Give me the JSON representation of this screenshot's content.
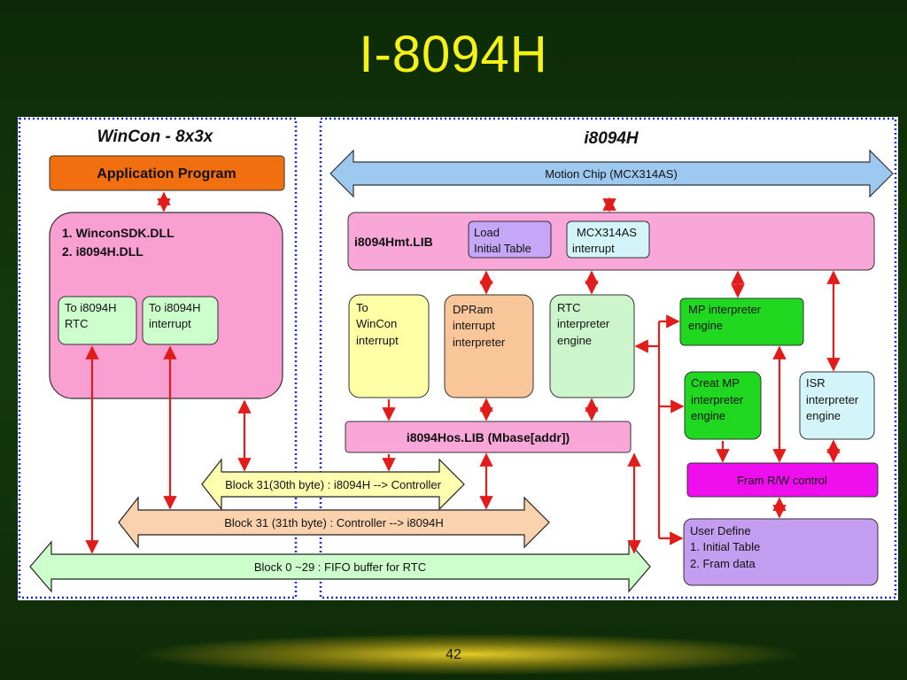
{
  "slide": {
    "title": "I-8094H",
    "page_number": "42"
  },
  "diagram": {
    "left_panel": {
      "header": "WinCon - 8x3x",
      "application_program": "Application Program",
      "dll_box": {
        "line1": "1. WinconSDK.DLL",
        "line2": "2. i8094H.DLL"
      },
      "rtc_box": {
        "line1": "To i8094H",
        "line2": "RTC"
      },
      "interrupt_box": {
        "line1": "To i8094H",
        "line2": "interrupt"
      }
    },
    "right_panel": {
      "header": "i8094H",
      "motion_chip": "Motion Chip (MCX314AS)",
      "hmt_lib": "i8094Hmt.LIB",
      "load_table": {
        "line1": "Load",
        "line2": "Initial Table"
      },
      "mcx_interrupt": {
        "line1": "MCX314AS",
        "line2": "interrupt"
      },
      "to_wincon": {
        "line1": "To",
        "line2": "WinCon",
        "line3": "interrupt"
      },
      "dpram": {
        "line1": "DPRam",
        "line2": "interrupt",
        "line3": "interpreter"
      },
      "rtc_engine": {
        "line1": "RTC",
        "line2": "interpreter",
        "line3": "engine"
      },
      "mp_engine": {
        "line1": "MP interpreter",
        "line2": "engine"
      },
      "creat_mp": {
        "line1": "Creat MP",
        "line2": "interpreter",
        "line3": "engine"
      },
      "isr_engine": {
        "line1": "ISR",
        "line2": "interpreter",
        "line3": "engine"
      },
      "hos_lib": "i8094Hos.LIB (Mbase[addr])",
      "fram_control": "Fram R/W control",
      "user_define": {
        "line1": "User Define",
        "line2": "1. Initial Table",
        "line3": "2. Fram data"
      }
    },
    "buses": {
      "block31_30th": "Block 31(30th byte) : i8094H --> Controller",
      "block31_31th": "Block 31 (31th byte) : Controller --> i8094H",
      "block0_29": "Block 0 ~29 : FIFO buffer for RTC"
    },
    "colors": {
      "application_program": "#f26f10",
      "dll_box": "#f99fd2",
      "small_green": "#ccffcc",
      "motion_chip": "#9dc9f0",
      "hmt_lib": "#f9a6d8",
      "load_table": "#c6a6f7",
      "mcx_interrupt": "#d3f5f9",
      "to_wincon": "#ffffa6",
      "dpram": "#f9c69a",
      "rtc_engine": "#ccf5cc",
      "mp_engine": "#1fd81f",
      "isr_engine": "#d3f5f9",
      "fram_control": "#ee0eee",
      "user_define": "#c39df0",
      "bus_yellow": "#ffffb0",
      "bus_orange": "#fbd2ae",
      "bus_green": "#ccffcc",
      "arrow": "#e21b1b",
      "dotted_border": "#1a2fd8"
    }
  }
}
